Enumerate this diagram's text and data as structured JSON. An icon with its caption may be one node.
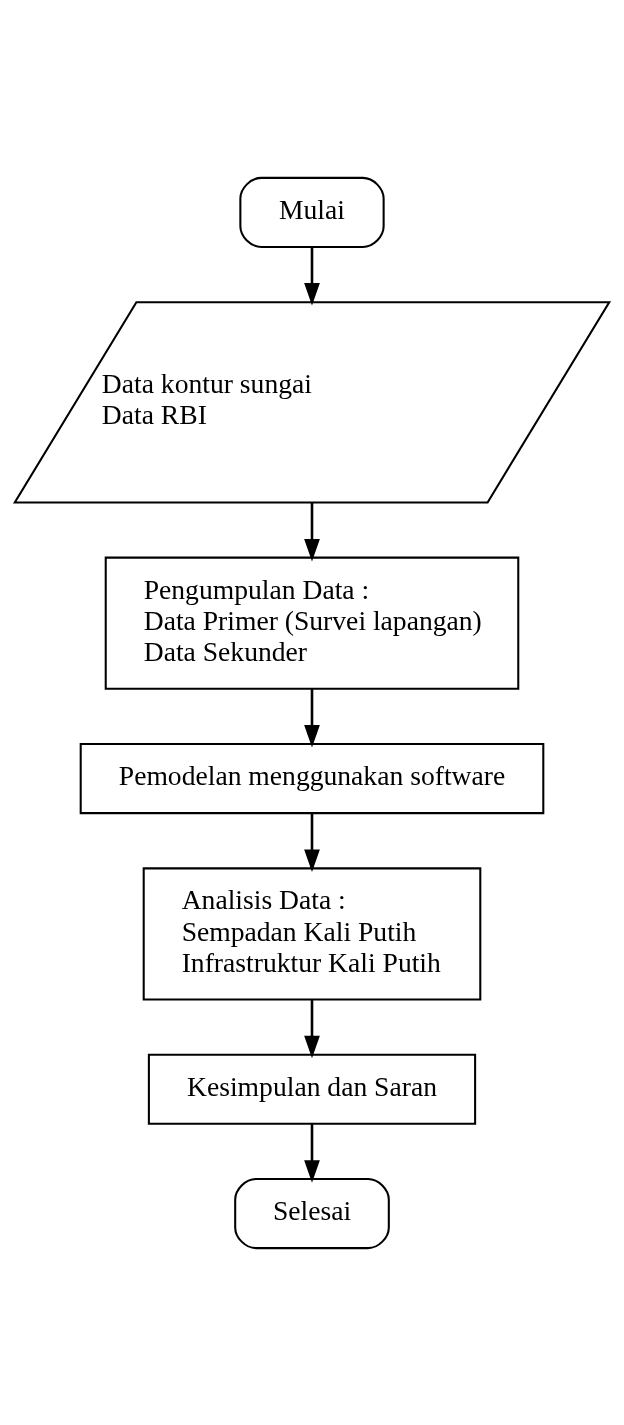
{
  "diagram": {
    "nodes": [
      {
        "text": [
          "Mulai"
        ]
      },
      {
        "text": [
          "Data kontur sungai",
          "Data RBI"
        ]
      },
      {
        "text": [
          "Pengumpulan Data :",
          "Data Primer (Survei lapangan)",
          "Data Sekunder"
        ]
      },
      {
        "text": [
          "Pemodelan menggunakan software"
        ]
      },
      {
        "text": [
          "Analisis Data :",
          "Sempadan Kali Putih",
          "Infrastruktur Kali Putih"
        ]
      },
      {
        "text": [
          "Kesimpulan dan Saran"
        ]
      },
      {
        "text": [
          "Selesai"
        ]
      }
    ],
    "edges": [
      {
        "from": 0,
        "to": 1,
        "arrow": "to"
      },
      {
        "from": 1,
        "to": 2,
        "arrow": "to"
      },
      {
        "from": 2,
        "to": 3,
        "arrow": "to"
      },
      {
        "from": 3,
        "to": 4,
        "arrow": "to"
      },
      {
        "from": 4,
        "to": 5,
        "arrow": "to"
      },
      {
        "from": 5,
        "to": 6,
        "arrow": "to"
      }
    ]
  }
}
